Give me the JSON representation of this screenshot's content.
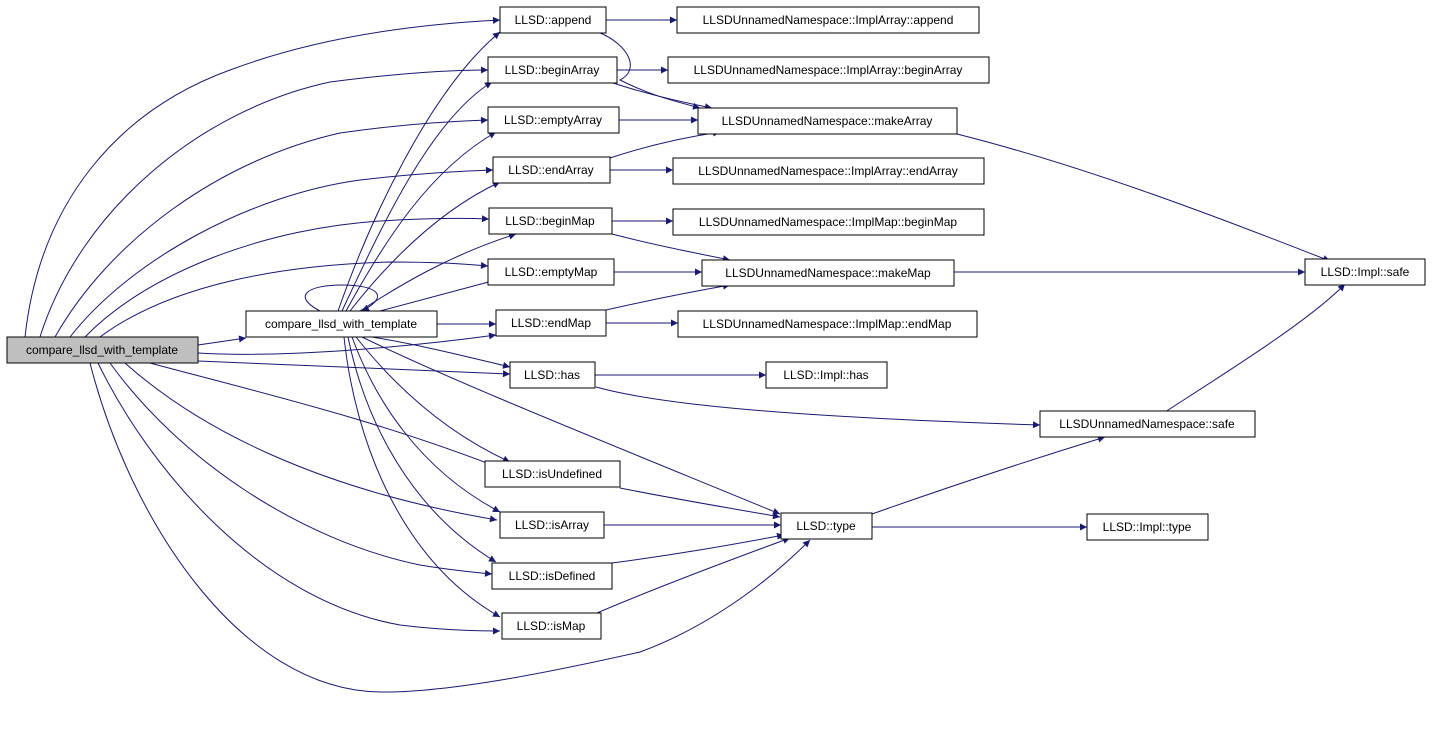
{
  "graph": {
    "root": "compare_llsd_with_template",
    "colors": {
      "edge": "#191970",
      "root_fill": "#bfbfbf",
      "node_fill": "#ffffff",
      "border": "#000000"
    },
    "nodes": {
      "root": "compare_llsd_with_template",
      "cmp": "compare_llsd_with_template",
      "append": "LLSD::append",
      "beginArray": "LLSD::beginArray",
      "emptyArray": "LLSD::emptyArray",
      "endArray": "LLSD::endArray",
      "beginMap": "LLSD::beginMap",
      "emptyMap": "LLSD::emptyMap",
      "endMap": "LLSD::endMap",
      "has": "LLSD::has",
      "isUndefined": "LLSD::isUndefined",
      "isArray": "LLSD::isArray",
      "isDefined": "LLSD::isDefined",
      "isMap": "LLSD::isMap",
      "iaAppend": "LLSDUnnamedNamespace::ImplArray::append",
      "iaBeginArray": "LLSDUnnamedNamespace::ImplArray::beginArray",
      "makeArray": "LLSDUnnamedNamespace::makeArray",
      "iaEndArray": "LLSDUnnamedNamespace::ImplArray::endArray",
      "imBeginMap": "LLSDUnnamedNamespace::ImplMap::beginMap",
      "makeMap": "LLSDUnnamedNamespace::makeMap",
      "imEndMap": "LLSDUnnamedNamespace::ImplMap::endMap",
      "implHas": "LLSD::Impl::has",
      "nsSafe": "LLSDUnnamedNamespace::safe",
      "type": "LLSD::type",
      "implSafe": "LLSD::Impl::safe",
      "implType": "LLSD::Impl::type"
    },
    "edges": [
      [
        "root",
        "cmp"
      ],
      [
        "root",
        "append"
      ],
      [
        "root",
        "beginArray"
      ],
      [
        "root",
        "emptyArray"
      ],
      [
        "root",
        "endArray"
      ],
      [
        "root",
        "beginMap"
      ],
      [
        "root",
        "emptyMap"
      ],
      [
        "root",
        "endMap"
      ],
      [
        "root",
        "has"
      ],
      [
        "root",
        "isUndefined"
      ],
      [
        "root",
        "isArray"
      ],
      [
        "root",
        "isDefined"
      ],
      [
        "root",
        "isMap"
      ],
      [
        "root",
        "type"
      ],
      [
        "cmp",
        "cmp"
      ],
      [
        "cmp",
        "append"
      ],
      [
        "cmp",
        "beginArray"
      ],
      [
        "cmp",
        "emptyArray"
      ],
      [
        "cmp",
        "endArray"
      ],
      [
        "cmp",
        "beginMap"
      ],
      [
        "cmp",
        "emptyMap"
      ],
      [
        "cmp",
        "endMap"
      ],
      [
        "cmp",
        "has"
      ],
      [
        "cmp",
        "isUndefined"
      ],
      [
        "cmp",
        "isArray"
      ],
      [
        "cmp",
        "isDefined"
      ],
      [
        "cmp",
        "isMap"
      ],
      [
        "cmp",
        "type"
      ],
      [
        "append",
        "iaAppend"
      ],
      [
        "append",
        "makeArray"
      ],
      [
        "beginArray",
        "iaBeginArray"
      ],
      [
        "beginArray",
        "makeArray"
      ],
      [
        "emptyArray",
        "makeArray"
      ],
      [
        "endArray",
        "iaEndArray"
      ],
      [
        "endArray",
        "makeArray"
      ],
      [
        "beginMap",
        "imBeginMap"
      ],
      [
        "beginMap",
        "makeMap"
      ],
      [
        "emptyMap",
        "makeMap"
      ],
      [
        "endMap",
        "imEndMap"
      ],
      [
        "endMap",
        "makeMap"
      ],
      [
        "has",
        "implHas"
      ],
      [
        "has",
        "nsSafe"
      ],
      [
        "isUndefined",
        "type"
      ],
      [
        "isArray",
        "type"
      ],
      [
        "isDefined",
        "type"
      ],
      [
        "isMap",
        "type"
      ],
      [
        "makeArray",
        "implSafe"
      ],
      [
        "makeMap",
        "implSafe"
      ],
      [
        "nsSafe",
        "implSafe"
      ],
      [
        "type",
        "nsSafe"
      ],
      [
        "type",
        "implType"
      ]
    ]
  }
}
